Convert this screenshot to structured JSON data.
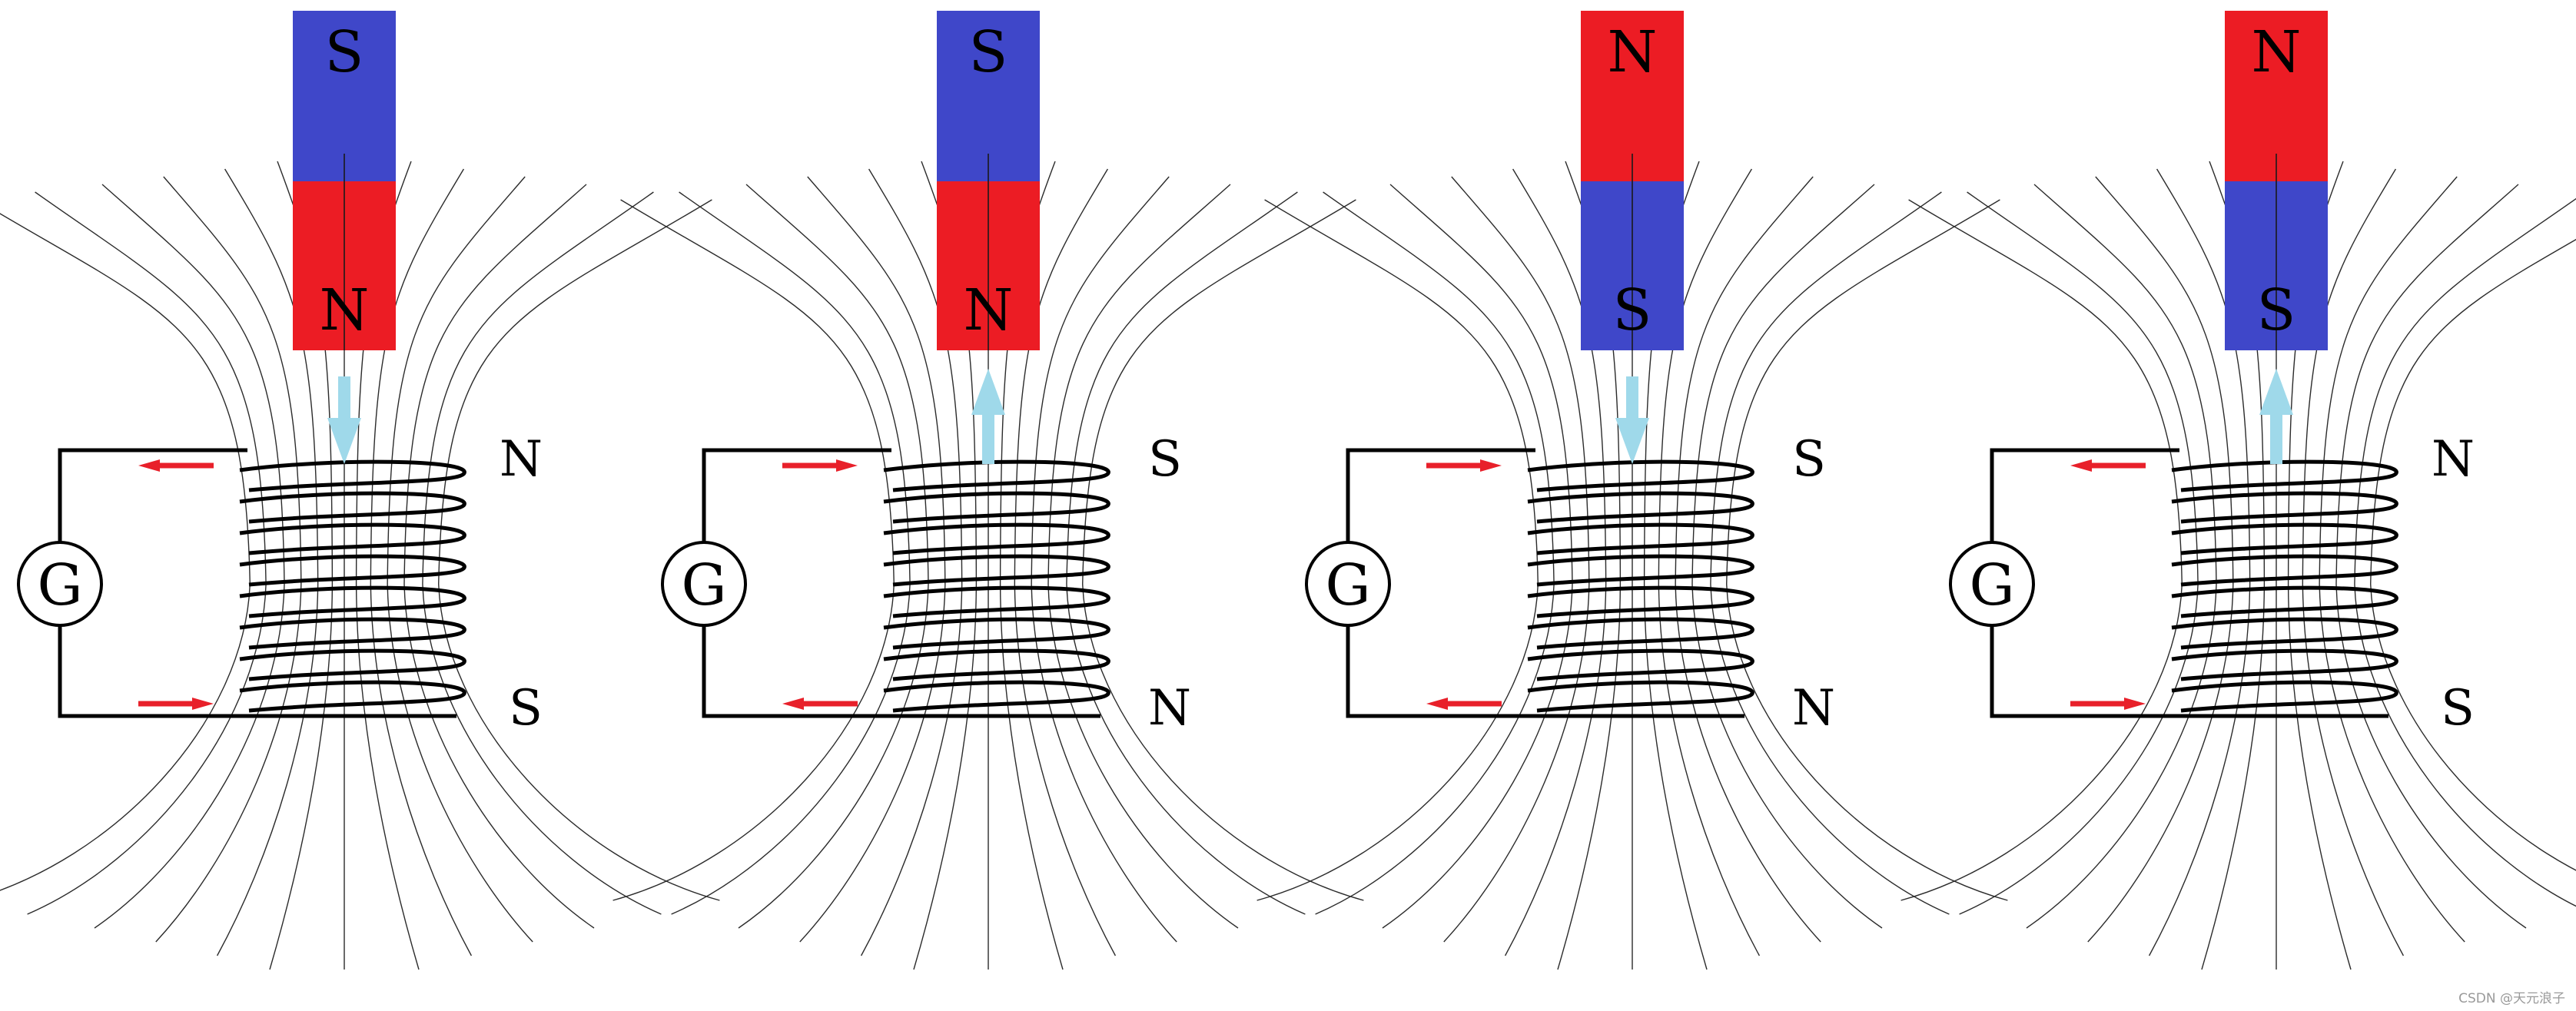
{
  "colors": {
    "north_pole": "#ec1c24",
    "south_pole": "#3f47c9",
    "motion_arrow": "#9fd9ea",
    "current_arrow": "#e8202a",
    "line": "#000000"
  },
  "galvanometer_label": "G",
  "watermark": "CSDN @天元浪子",
  "panels": [
    {
      "magnet": {
        "top_pole": "S",
        "bottom_pole": "N"
      },
      "motion": "down",
      "coil_end_labels": {
        "top": "N",
        "bottom": "S"
      },
      "current_arrows": {
        "top_wire": "left",
        "bottom_wire": "right"
      }
    },
    {
      "magnet": {
        "top_pole": "S",
        "bottom_pole": "N"
      },
      "motion": "up",
      "coil_end_labels": {
        "top": "S",
        "bottom": "N"
      },
      "current_arrows": {
        "top_wire": "right",
        "bottom_wire": "left"
      }
    },
    {
      "magnet": {
        "top_pole": "N",
        "bottom_pole": "S"
      },
      "motion": "down",
      "coil_end_labels": {
        "top": "S",
        "bottom": "N"
      },
      "current_arrows": {
        "top_wire": "right",
        "bottom_wire": "left"
      }
    },
    {
      "magnet": {
        "top_pole": "N",
        "bottom_pole": "S"
      },
      "motion": "up",
      "coil_end_labels": {
        "top": "N",
        "bottom": "S"
      },
      "current_arrows": {
        "top_wire": "left",
        "bottom_wire": "right"
      }
    }
  ]
}
